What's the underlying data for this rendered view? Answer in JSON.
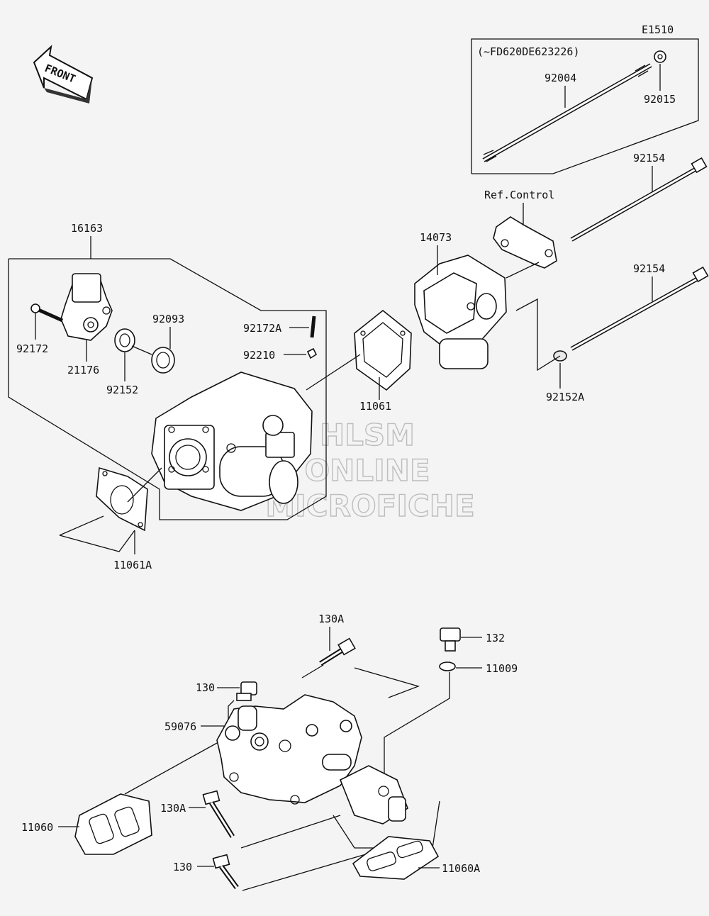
{
  "diagram_code": "E1510",
  "serial_note": "(~FD620DE623226)",
  "front_label": "FRONT",
  "ref_control": "Ref.Control",
  "watermark": [
    "HLSM",
    "ONLINE",
    "MICROFICHE"
  ],
  "parts": {
    "p92004": "92004",
    "p92015": "92015",
    "p92154_top": "92154",
    "p92154_mid": "92154",
    "p92152A": "92152A",
    "p14073": "14073",
    "p11061": "11061",
    "p16163": "16163",
    "p92172": "92172",
    "p21176": "21176",
    "p92152": "92152",
    "p92093": "92093",
    "p92172A": "92172A",
    "p92210": "92210",
    "p11061A": "11061A",
    "p130A_top": "130A",
    "p132": "132",
    "p11009": "11009",
    "p130_top": "130",
    "p59076": "59076",
    "p130A_left": "130A",
    "p11060": "11060",
    "p130_bottom": "130",
    "p11060A": "11060A"
  }
}
